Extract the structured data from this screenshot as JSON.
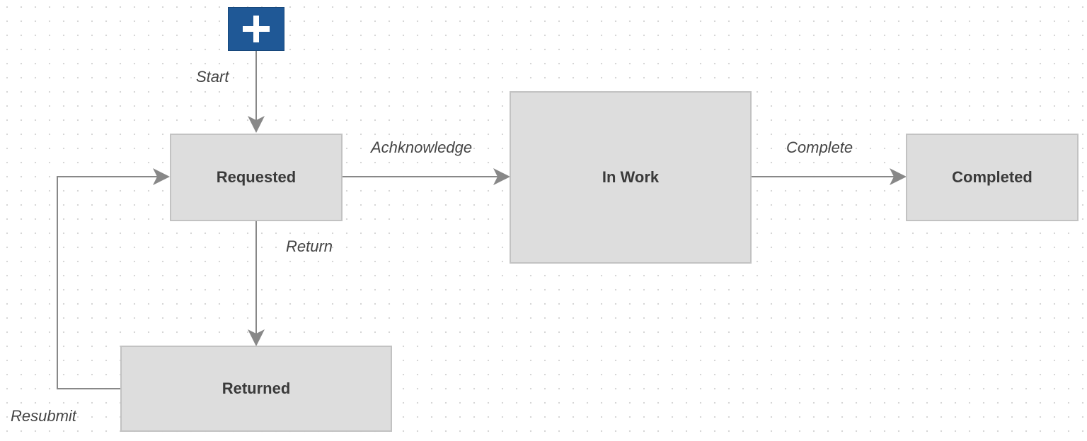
{
  "diagram": {
    "start": {
      "icon": "plus-icon",
      "color": "#1f5896"
    },
    "states": {
      "requested": "Requested",
      "in_work": "In Work",
      "completed": "Completed",
      "returned": "Returned"
    },
    "transitions": {
      "start": "Start",
      "acknowledge": "Achknowledge",
      "complete": "Complete",
      "return": "Return",
      "resubmit": "Resubmit"
    },
    "colors": {
      "state_fill": "#dddddd",
      "state_border": "#c2c2c2",
      "connector": "#888888",
      "text": "#3a3a3a"
    }
  }
}
